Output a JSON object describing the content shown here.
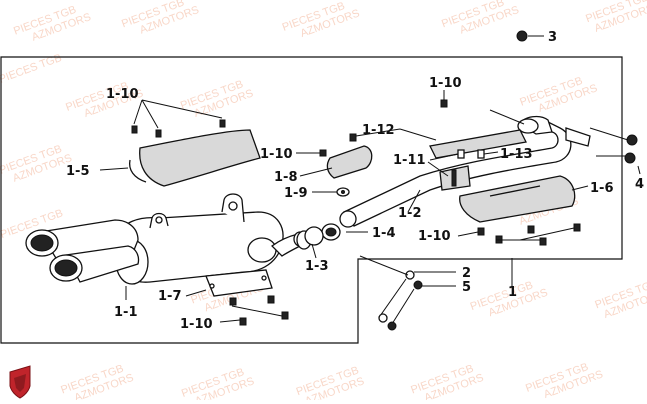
{
  "watermark": {
    "brand": "PIECES TGB",
    "site": "AZMOTORS",
    "color": "#f4b79c"
  },
  "logo": {
    "name": "azmotors-shield-logo",
    "color": "#c0242b"
  },
  "labels": {
    "p1": "1",
    "p1_1": "1-1",
    "p1_2": "1-2",
    "p1_3": "1-3",
    "p1_4": "1-4",
    "p1_5": "1-5",
    "p1_6": "1-6",
    "p1_7": "1-7",
    "p1_8": "1-8",
    "p1_9": "1-9",
    "p1_10_a": "1-10",
    "p1_10_b": "1-10",
    "p1_10_c": "1-10",
    "p1_10_d": "1-10",
    "p1_10_e": "1-10",
    "p1_11": "1-11",
    "p1_12": "1-12",
    "p1_13": "1-13",
    "p2": "2",
    "p3": "3",
    "p4": "4",
    "p5": "5"
  }
}
